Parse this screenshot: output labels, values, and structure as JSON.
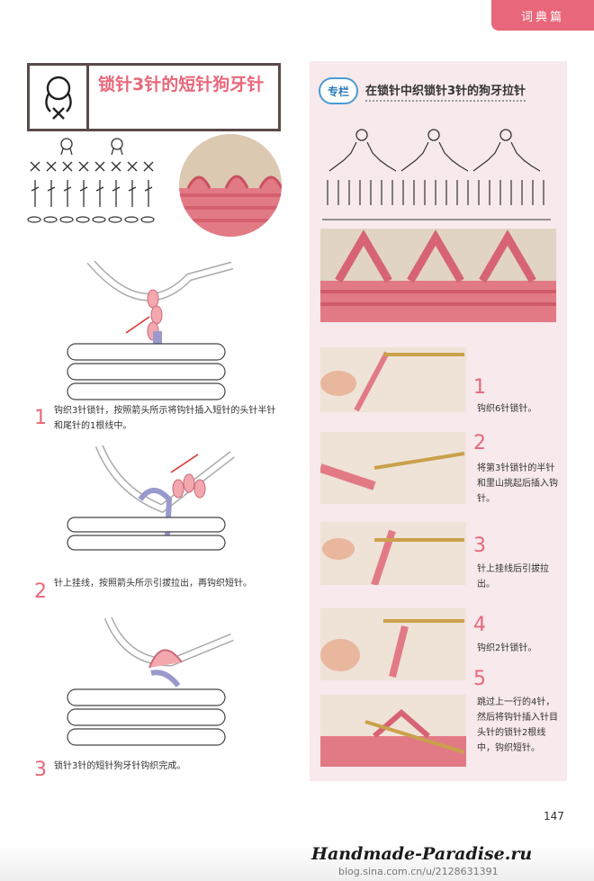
{
  "header": {
    "tab_label": "词典篇"
  },
  "title": {
    "text": "锁针3针的短针狗牙针"
  },
  "steps": [
    {
      "num": "1",
      "text": "钩织3针锁针，按照箭头所示将钩针插入短针的头针半针和尾针的1根线中。"
    },
    {
      "num": "2",
      "text": "针上挂线，按照箭头所示引拔拉出，再钩织短针。"
    },
    {
      "num": "3",
      "text": "锁针3针的短针狗牙针钩织完成。"
    }
  ],
  "column": {
    "badge": "专栏",
    "title": "在锁针中织锁针3针的狗牙拉针",
    "steps": [
      {
        "num": "1",
        "text": "钩织6针锁针。"
      },
      {
        "num": "2",
        "text": "将第3针锁针的半针和里山挑起后插入钩针。"
      },
      {
        "num": "3",
        "text": "针上挂线后引拔拉出。"
      },
      {
        "num": "4",
        "text": "钩织2针锁针。"
      },
      {
        "num": "5",
        "text": "跳过上一行的4针，然后将钩针插入针目头针的锁针2根线中，钩织短针。"
      }
    ]
  },
  "page_number": "147",
  "footer": {
    "site": "Handmade-Paradise.ru",
    "blog": "blog.sina.com.cn/u/2128631391"
  },
  "colors": {
    "accent": "#e8677a",
    "column_bg": "#f7e9ec",
    "badge_blue": "#4a9bd4",
    "yarn_pink": "#e27a86"
  }
}
